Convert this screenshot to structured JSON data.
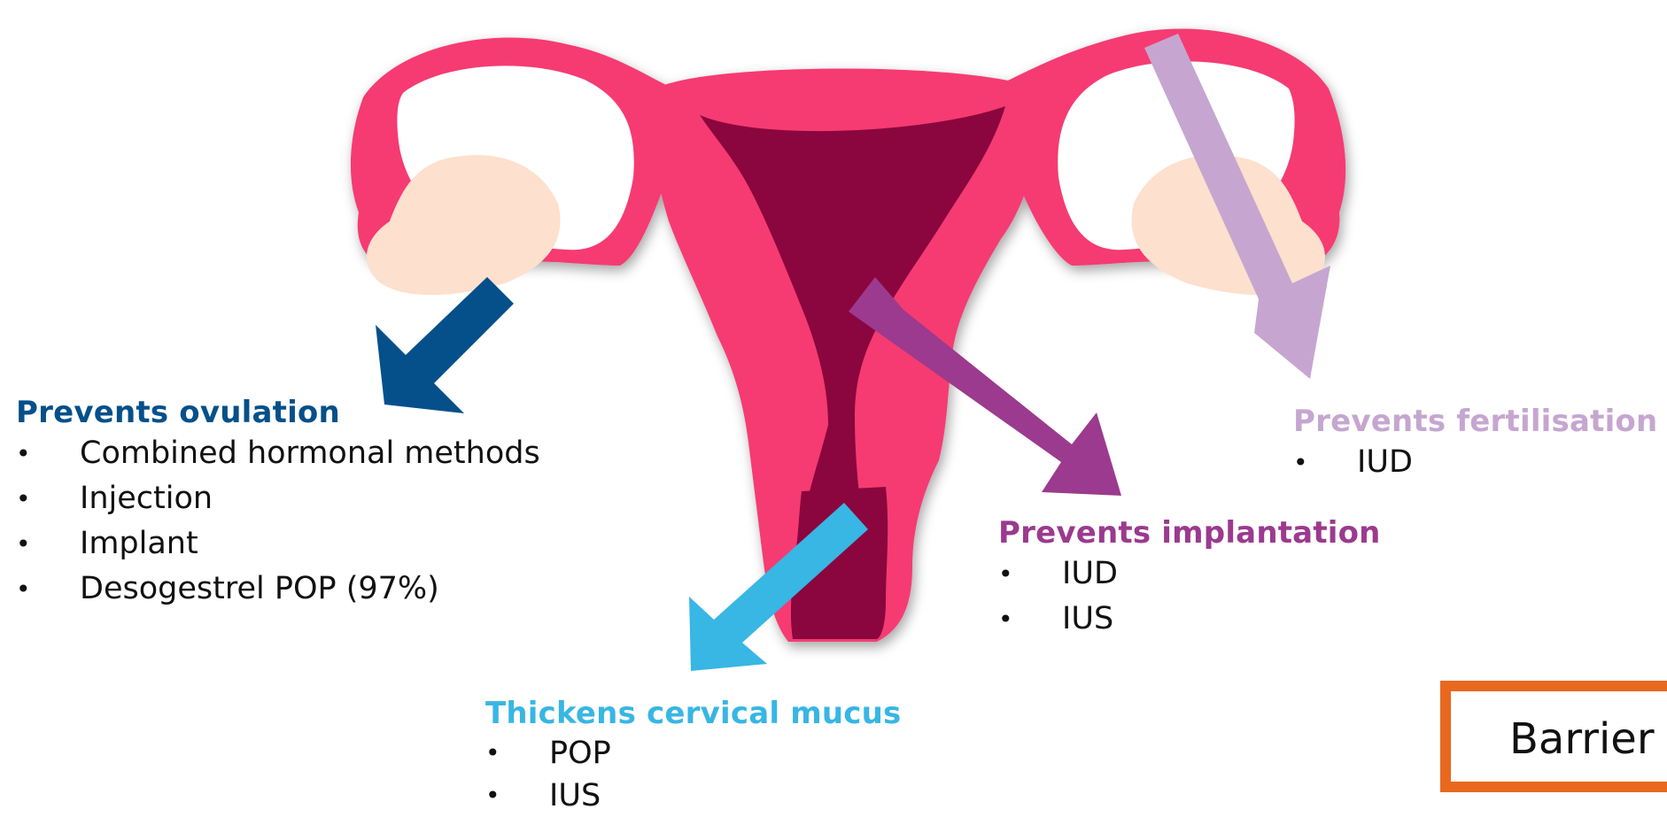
{
  "labels": {
    "ovulation": {
      "heading": "Prevents ovulation",
      "color": "#05508a",
      "items": [
        "Combined hormonal methods",
        "Injection",
        "Implant",
        "Desogestrel POP (97%)"
      ]
    },
    "fertilisation": {
      "heading": "Prevents fertilisation",
      "color": "#c6a6d0",
      "items": [
        "IUD"
      ]
    },
    "implantation": {
      "heading": "Prevents implantation",
      "color": "#9b3a8e",
      "items": [
        "IUD",
        "IUS"
      ]
    },
    "mucus": {
      "heading": "Thickens cervical mucus",
      "color": "#38b6e4",
      "items": [
        "POP",
        "IUS"
      ]
    }
  },
  "barrier": {
    "label": "Barrier",
    "border_color": "#e8681e"
  },
  "colors": {
    "uterus": "#f53b72",
    "cavity": "#8b063e",
    "ovary": "#fde0cd"
  },
  "bullet": "•"
}
